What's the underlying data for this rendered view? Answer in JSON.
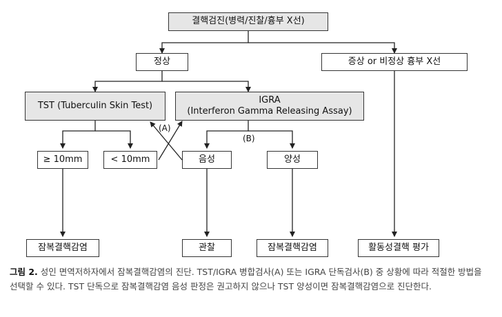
{
  "nodes": {
    "root": "결핵검진(병력/진찰/흉부 X선)",
    "normal": "정상",
    "abnormal": "증상 or 비정상 흉부 X선",
    "tst": "TST (Tuberculin Skin Test)",
    "igra": "IGRA\n(Interferon Gamma Releasing Assay)",
    "ge10": "≥ 10mm",
    "lt10": "< 10mm",
    "negative": "음성",
    "positive": "양성",
    "latent1": "잠복결핵감염",
    "observe": "관찰",
    "latent2": "잠복결핵감염",
    "active": "활동성결핵 평가"
  },
  "labels": {
    "a": "(A)",
    "b": "(B)"
  },
  "caption": {
    "number": "그림 2.",
    "text": "성인 면역저하자에서 잠복결핵감염의 진단. TST/IGRA 병합검사(A) 또는 IGRA 단독검사(B) 중 상황에 따라 적절한 방법을 선택할 수 있다. TST 단독으로 잠복결핵감염 음성 판정은 권고하지 않으나 TST 양성이면 잠복결핵감염으로 진단한다."
  }
}
